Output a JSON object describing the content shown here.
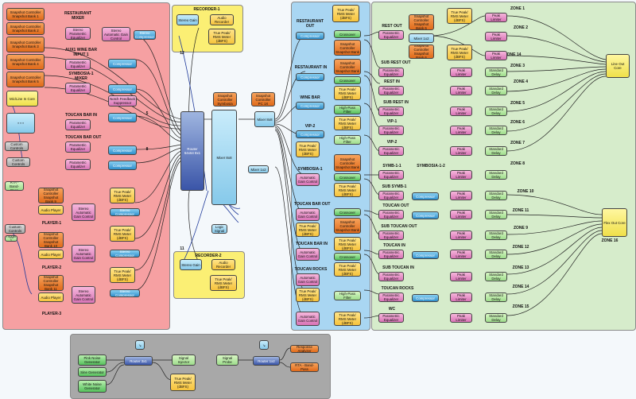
{
  "regions": {
    "restaurant_mixer": "RESTAURANT MIXER",
    "recorder1": "RECORDER-1",
    "recorder2": "RECORDER-2",
    "zone1": "ZONE 1",
    "zone2": "ZONE 2",
    "zone3": "ZONE 3",
    "zone4": "ZONE 4",
    "zone5": "ZONE 5",
    "zone6": "ZONE 6",
    "zone7": "ZONE 7",
    "zone8": "ZONE 8",
    "zone9": "ZONE 9",
    "zone10": "ZONE 10",
    "zone11": "ZONE 11",
    "zone12": "ZONE 12",
    "zone13": "ZONE 13",
    "zone14": "ZONE 14",
    "zone15": "ZONE 15",
    "zone14b": "ZONE 14",
    "zone16": "ZONE 16"
  },
  "left": {
    "snap_bank1": "Snapshot Controller Snapshot Bank 1",
    "snap_bank2": "Snapshot Controller Snapshot Bank 2",
    "snap_bank3": "Snapshot Controller Snapshot Bank 3",
    "snap_bank4": "Snapshot Controller Snapshot Bank 4",
    "snap_bank5": "Snapshot Controller Snapshot Bank 5",
    "mic_line": "Mic/Line In Core",
    "stereo_peq": "Stereo Parametric Equalizer",
    "stereo_agc": "Stereo Automatic Gain Control",
    "stereo_comp": "Stereo Compressor",
    "aux_wine": "AUX1 WINE BAR INPUT 1",
    "peq": "Parametric Equalizer",
    "compressor": "Compressor",
    "symb_mixer": "SYMBOSIA-1 MIXER",
    "notch": "Notch Feedback Suppressor",
    "toucan_in": "TOUCAN BAR IN",
    "toucan_out": "TOUCAN BAR OUT",
    "custom1": "Custom Controls",
    "custom2": "Custom Controls",
    "rta_bp": "RTA - Band-Pass",
    "custom3": "Custom Controls",
    "trigger": "Trigger 1",
    "player1": "PLAYER-1",
    "player2": "PLAYER-2",
    "player3": "PLAYER-3",
    "audio_player": "Audio Player",
    "stereo_agc2": "Stereo Automatic Gain Control",
    "true_peak": "True Peak/ RMS Meter (dBFS)",
    "snap_bank9": "Snapshot Controller Snapshot Bank 9",
    "snap_bank10": "Snapshot Controller Snapshot Bank 10",
    "snap_bank11": "Snapshot Controller Snapshot Bank 11"
  },
  "center": {
    "router": "Router 64x64 8x1",
    "mixer": "Mixer 8x8",
    "stereo_gain": "Stereo Gain",
    "audio_rec": "Audio Recorder",
    "snap_sym": "Snapshot Controller Symbosia",
    "snap_pc": "Snapshot Controller PC 1X",
    "mixer_8x8": "Mixer 8x8",
    "mixer_1x2": "Mixer 1x2",
    "logic": "Logic Signal"
  },
  "mid": {
    "rest_out": "RESTAURANT OUT",
    "rest_in": "RESTAURANT IN",
    "wine_bar": "WINE BAR",
    "vip2": "VIP-2",
    "symb1": "SYMBOSIA-1",
    "toucan_out": "TOUCAN BAR OUT",
    "toucan_in": "TOUCAN BAR IN",
    "toucan_rocks": "TOUCAN ROCKS",
    "compressor": "Compressor",
    "crossover": "Crossover",
    "hp_filter": "High-Pass Filter",
    "agc": "Automatic Gain Control",
    "true_peak": "True Peak/ RMS Meter (dBFS)",
    "snap_ctl": "Snapshot Controller Snapshot Bank",
    "wc": "Automatic Gain Control"
  },
  "zones": {
    "rest_out": "REST OUT",
    "sub_rest_out": "SUB REST OUT",
    "rest_in": "REST IN",
    "sub_rest_in": "SUB REST IN",
    "vip1": "VIP-1",
    "vip2": "VIP-2",
    "symb11": "SYMB-1-1",
    "symb12": "SYMBOSIA-1-2",
    "sub_symb1": "SUB SYMB-1",
    "toucan_out": "TOUCAN OUT",
    "sub_toucan_out": "SUB TOUCAN OUT",
    "toucan_in": "TOUCAN IN",
    "sub_toucan_in": "SUB TOUCAN IN",
    "toucan_rocks": "TOUCAN ROCKS",
    "wc": "WC",
    "peq": "Parametric Equalizer",
    "peak": "Peak Limiter",
    "delay": "Standard Delay",
    "compressor": "Compressor",
    "mixer12": "Mixer 1x2",
    "snap_bank": "Snapshot Controller Snapshot Bank 6",
    "true_peak": "True Peak/ RMS Meter (dBFS)",
    "line_out": "Line Out Core",
    "flex_out": "Flex Out Core"
  },
  "bottom": {
    "pink": "Pink Noise Generator",
    "sine": "Sine Generator",
    "white": "White Noise Generator",
    "router1": "Router 3x1",
    "sig_inj": "Signal Injector",
    "true_peak": "True Peak/ RMS Meter (dBFS)",
    "sig_probe": "Signal Probe",
    "router2": "Router 1x2",
    "resp_anal": "Response Analyzer",
    "rta": "RTA - Band-Pass"
  },
  "numbers": {
    "n12": "12",
    "n11": "11",
    "n5": "5",
    "n8": "8",
    "n4": "4",
    "n3": "3",
    "n1": "1",
    "n6": "6",
    "n2": "2"
  }
}
